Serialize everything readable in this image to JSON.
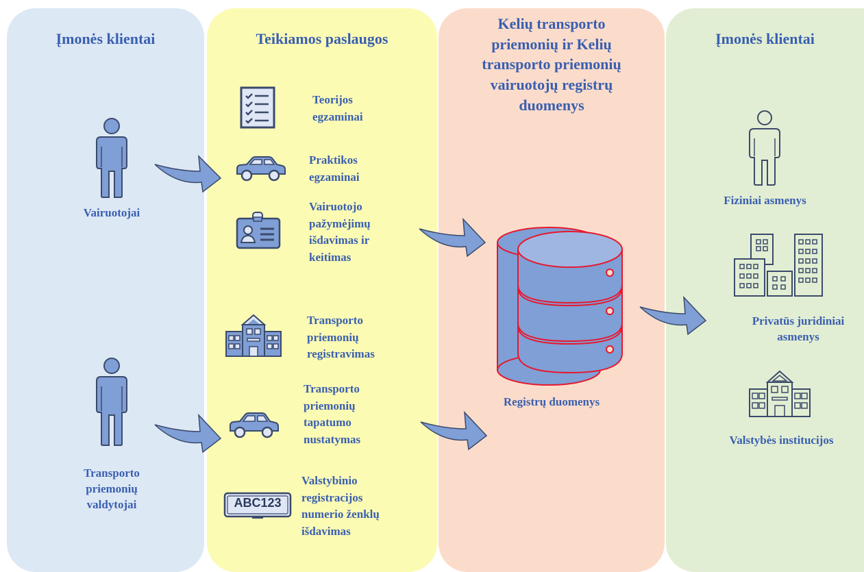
{
  "colors": {
    "col1": "#dde8f5",
    "col2": "#fbfbb4",
    "col3": "#fbdccb",
    "col4": "#e2eed3",
    "text": "#3a5fb0",
    "icon_fill": "#7f9fd6",
    "icon_stroke": "#3b4a6b",
    "db_stroke": "#e8172c"
  },
  "columns": {
    "clients_left": {
      "title": "Įmonės klientai",
      "drivers": "Vairuotojai",
      "vehicle_managers": "Transporto\npriemonių\nvaldytojai"
    },
    "services": {
      "title": "Teikiamos paslaugos",
      "items": [
        {
          "label": "Teorijos\negzaminai",
          "icon": "checklist-icon"
        },
        {
          "label": "Praktikos\negzaminai",
          "icon": "car-icon"
        },
        {
          "label": "Vairuotojo\npažymėjimų\nišdavimas ir\nkeitimas",
          "icon": "id-badge-icon"
        },
        {
          "label": "Transporto\npriemonių\nregistravimas",
          "icon": "building-icon"
        },
        {
          "label": "Transporto\npriemonių\ntapatumo\nnustatymas",
          "icon": "car-icon"
        },
        {
          "label": "Valstybinio\nregistracijos\nnumerio  ženklų\nišdavimas",
          "icon": "license-plate-icon"
        }
      ],
      "plate_text": "ABC123"
    },
    "registers": {
      "title": "Kelių transporto\npriemonių ir Kelių\ntransporto priemonių\nvairuotojų registrų\nduomenys",
      "db_label": "Registrų duomenys"
    },
    "clients_right": {
      "title": "Įmonės klientai",
      "individuals": "Fiziniai  asmenys",
      "private_entities": "Privatūs  juridiniai\nasmenys",
      "state_institutions": "Valstybės institucijos"
    }
  }
}
